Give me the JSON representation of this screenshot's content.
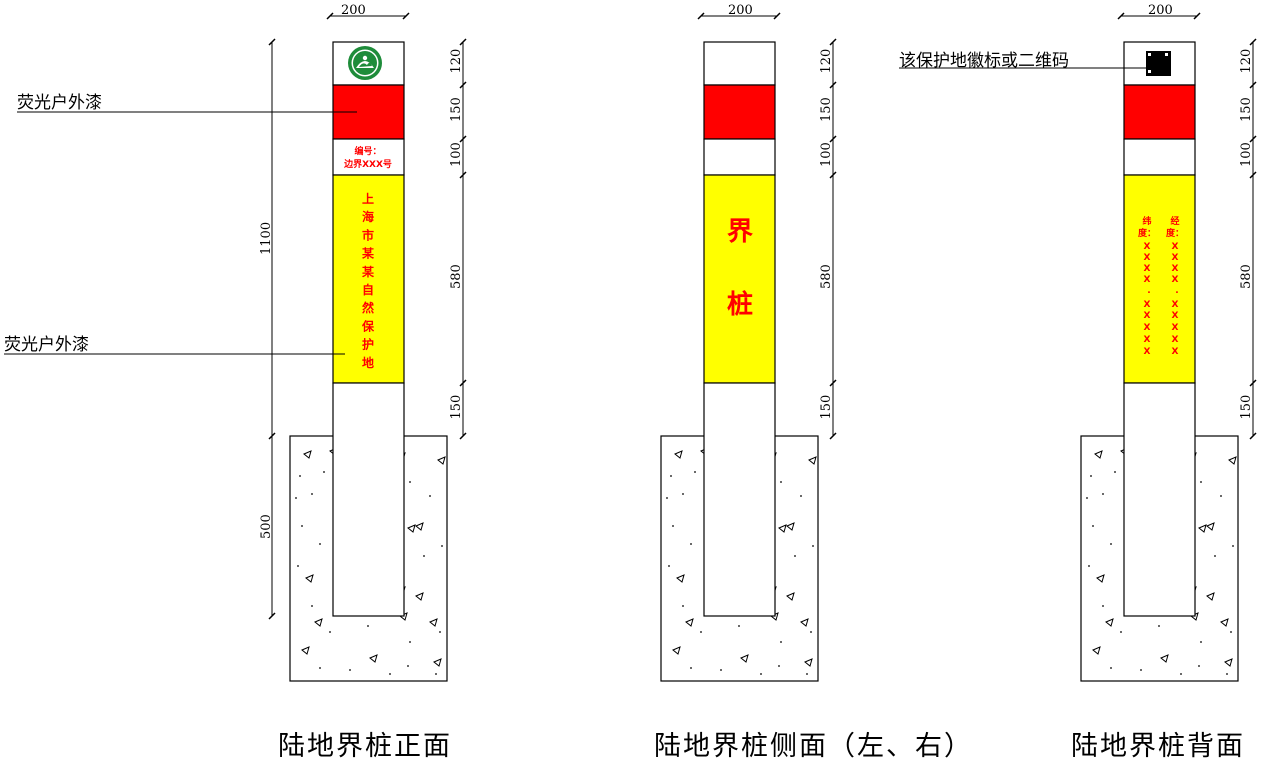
{
  "dimensions": {
    "width": "200",
    "height_total": "1100",
    "foundation": "500",
    "segments": [
      "120",
      "150",
      "100",
      "580",
      "150"
    ]
  },
  "colors": {
    "red_band": "#ff0000",
    "yellow_band": "#ffff00",
    "text_red": "#ff0000"
  },
  "front": {
    "label_top": "荧光户外漆",
    "label_bottom": "荧光户外漆",
    "number_line1": "编号：",
    "number_line2": "边界XXX号",
    "vertical_text": [
      "上",
      "海",
      "市",
      "某",
      "某",
      "自",
      "然",
      "保",
      "护",
      "地"
    ],
    "emblem_icon": "nature-reserve-emblem-icon",
    "title": "陆地界桩正面"
  },
  "side": {
    "vertical_text": [
      "界",
      "桩"
    ],
    "title": "陆地界桩侧面（左、右）"
  },
  "back": {
    "label": "该保护地徽标或二维码",
    "qr_icon": "qr-code-icon",
    "lat_label": [
      "纬",
      "度："
    ],
    "lon_label": [
      "经",
      "度："
    ],
    "coord_marks": [
      "X",
      "X",
      "X",
      "X",
      "",
      "X",
      "X",
      "X",
      "X",
      "X"
    ],
    "coord_marks_right": [
      "X",
      "X",
      "X",
      "X",
      "",
      "X",
      "X",
      "X",
      "X",
      "X"
    ],
    "coord_dots": [
      ".",
      "."
    ],
    "title": "陆地界桩背面"
  }
}
